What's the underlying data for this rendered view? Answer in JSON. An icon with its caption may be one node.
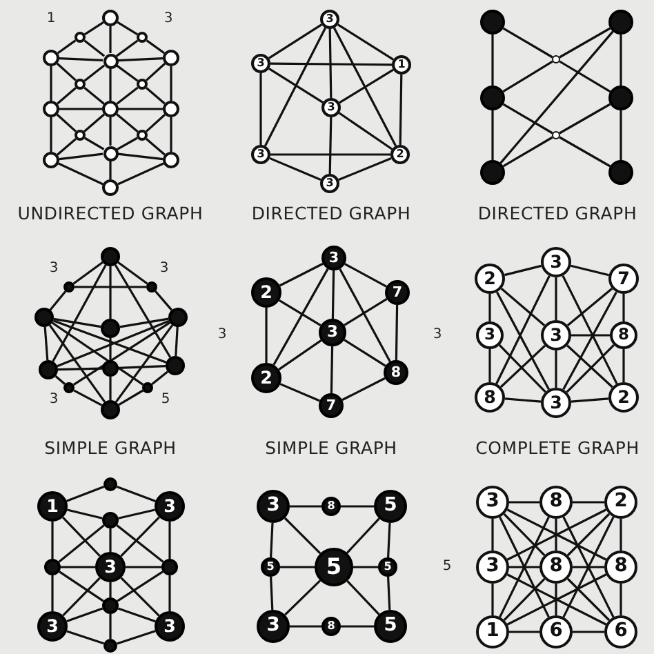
{
  "diagram": {
    "nodes": [
      {
        "text": [],
        "shape": "circle"
      },
      {
        "text": [],
        "shape": "circle"
      },
      {
        "text": [],
        "shape": "circle"
      },
      {
        "text": [],
        "shape": "circle"
      },
      {
        "text": [],
        "shape": "circle"
      },
      {
        "text": [],
        "shape": "circle"
      },
      {
        "text": [],
        "shape": "circle"
      },
      {
        "text": [],
        "shape": "circle"
      },
      {
        "text": [],
        "shape": "circle"
      },
      {
        "text": [],
        "shape": "circle"
      },
      {
        "text": [],
        "shape": "circle"
      },
      {
        "text": [],
        "shape": "circle"
      },
      {
        "text": [],
        "shape": "circle"
      },
      {
        "text": [],
        "shape": "circle"
      },
      {
        "text": [],
        "shape": "circle"
      },
      {
        "text": [],
        "shape": "circle"
      },
      {
        "text": [],
        "shape": "circle"
      },
      {
        "text": [
          "3"
        ]
      },
      {
        "text": [
          "3"
        ]
      },
      {
        "text": [
          "3"
        ]
      },
      {
        "text": [
          "3"
        ]
      },
      {
        "text": [
          "1"
        ]
      },
      {
        "text": [
          "2"
        ]
      },
      {
        "text": [
          "3"
        ]
      },
      {
        "text": [],
        "shape": "circle"
      },
      {
        "text": [],
        "shape": "circle"
      },
      {
        "text": [],
        "shape": "circle"
      },
      {
        "text": [],
        "shape": "circle"
      },
      {
        "text": [],
        "shape": "circle"
      },
      {
        "text": [],
        "shape": "circle"
      },
      {
        "text": [],
        "shape": "circle"
      },
      {
        "text": [],
        "shape": "circle"
      },
      {
        "text": [],
        "shape": "circle"
      },
      {
        "text": [],
        "shape": "circle"
      },
      {
        "text": [],
        "shape": "circle"
      },
      {
        "text": [],
        "shape": "circle"
      },
      {
        "text": [],
        "shape": "circle"
      },
      {
        "text": [],
        "shape": "circle"
      },
      {
        "text": [],
        "shape": "circle"
      },
      {
        "text": [],
        "shape": "circle"
      },
      {
        "text": [],
        "shape": "circle"
      },
      {
        "text": [],
        "shape": "circle"
      },
      {
        "text": [],
        "shape": "circle"
      },
      {
        "text": [],
        "shape": "circle"
      },
      {
        "text": [
          "3"
        ]
      },
      {
        "text": [
          "2"
        ]
      },
      {
        "text": [
          "7"
        ]
      },
      {
        "text": [
          "3"
        ]
      },
      {
        "text": [
          "2"
        ]
      },
      {
        "text": [
          "8"
        ]
      },
      {
        "text": [
          "7"
        ]
      },
      {
        "text": [
          "2"
        ]
      },
      {
        "text": [
          "3"
        ]
      },
      {
        "text": [
          "7"
        ]
      },
      {
        "text": [
          "3"
        ]
      },
      {
        "text": [
          "3"
        ]
      },
      {
        "text": [
          "8"
        ]
      },
      {
        "text": [
          "8"
        ]
      },
      {
        "text": [
          "3"
        ]
      },
      {
        "text": [
          "2"
        ]
      },
      {
        "text": [],
        "shape": "circle"
      },
      {
        "text": [
          "1"
        ]
      },
      {
        "text": [
          "3"
        ]
      },
      {
        "text": [],
        "shape": "circle"
      },
      {
        "text": [],
        "shape": "circle"
      },
      {
        "text": [
          "3"
        ]
      },
      {
        "text": [],
        "shape": "circle"
      },
      {
        "text": [],
        "shape": "circle"
      },
      {
        "text": [
          "3"
        ]
      },
      {
        "text": [
          "3"
        ]
      },
      {
        "text": [],
        "shape": "circle"
      },
      {
        "text": [
          "3"
        ]
      },
      {
        "text": [
          "8"
        ]
      },
      {
        "text": [
          "5"
        ]
      },
      {
        "text": [
          "5"
        ]
      },
      {
        "text": [
          "5"
        ]
      },
      {
        "text": [
          "5"
        ]
      },
      {
        "text": [
          "3"
        ]
      },
      {
        "text": [
          "8"
        ]
      },
      {
        "text": [
          "5"
        ]
      },
      {
        "text": [
          "3"
        ]
      },
      {
        "text": [
          "8"
        ]
      },
      {
        "text": [
          "2"
        ]
      },
      {
        "text": [
          "3"
        ]
      },
      {
        "text": [
          "8"
        ]
      },
      {
        "text": [
          "8"
        ]
      },
      {
        "text": [
          "1"
        ]
      },
      {
        "text": [
          "6"
        ]
      },
      {
        "text": [
          "6"
        ]
      }
    ],
    "edges": [
      {
        "from": 0,
        "to": 1,
        "arrow": "none"
      },
      {
        "from": 0,
        "to": 2,
        "arrow": "none"
      },
      {
        "from": 0,
        "to": 4,
        "arrow": "none"
      },
      {
        "from": 1,
        "to": 3,
        "arrow": "none"
      },
      {
        "from": 2,
        "to": 5,
        "arrow": "none"
      },
      {
        "from": 1,
        "to": 4,
        "arrow": "none"
      },
      {
        "from": 2,
        "to": 4,
        "arrow": "none"
      },
      {
        "from": 3,
        "to": 4,
        "arrow": "none"
      },
      {
        "from": 4,
        "to": 5,
        "arrow": "none"
      },
      {
        "from": 3,
        "to": 8,
        "arrow": "none"
      },
      {
        "from": 8,
        "to": 13,
        "arrow": "none"
      },
      {
        "from": 5,
        "to": 10,
        "arrow": "none"
      },
      {
        "from": 10,
        "to": 15,
        "arrow": "none"
      },
      {
        "from": 3,
        "to": 6,
        "arrow": "none"
      },
      {
        "from": 5,
        "to": 7,
        "arrow": "none"
      },
      {
        "from": 4,
        "to": 6,
        "arrow": "none"
      },
      {
        "from": 4,
        "to": 7,
        "arrow": "none"
      },
      {
        "from": 6,
        "to": 8,
        "arrow": "none"
      },
      {
        "from": 7,
        "to": 10,
        "arrow": "none"
      },
      {
        "from": 6,
        "to": 9,
        "arrow": "none"
      },
      {
        "from": 7,
        "to": 9,
        "arrow": "none"
      },
      {
        "from": 8,
        "to": 9,
        "arrow": "none"
      },
      {
        "from": 9,
        "to": 10,
        "arrow": "none"
      },
      {
        "from": 8,
        "to": 11,
        "arrow": "none"
      },
      {
        "from": 9,
        "to": 11,
        "arrow": "none"
      },
      {
        "from": 9,
        "to": 12,
        "arrow": "none"
      },
      {
        "from": 10,
        "to": 12,
        "arrow": "none"
      },
      {
        "from": 11,
        "to": 13,
        "arrow": "none"
      },
      {
        "from": 12,
        "to": 15,
        "arrow": "none"
      },
      {
        "from": 11,
        "to": 14,
        "arrow": "none"
      },
      {
        "from": 12,
        "to": 14,
        "arrow": "none"
      },
      {
        "from": 13,
        "to": 14,
        "arrow": "none"
      },
      {
        "from": 14,
        "to": 15,
        "arrow": "none"
      },
      {
        "from": 4,
        "to": 9,
        "arrow": "none"
      },
      {
        "from": 9,
        "to": 14,
        "arrow": "none"
      },
      {
        "from": 13,
        "to": 16,
        "arrow": "none"
      },
      {
        "from": 15,
        "to": 16,
        "arrow": "none"
      },
      {
        "from": 14,
        "to": 16,
        "arrow": "none"
      },
      {
        "from": 17,
        "to": 18,
        "arrow": "none"
      },
      {
        "from": 17,
        "to": 20,
        "arrow": "none"
      },
      {
        "from": 17,
        "to": 21,
        "arrow": "none"
      },
      {
        "from": 17,
        "to": 19,
        "arrow": "none"
      },
      {
        "from": 17,
        "to": 22,
        "arrow": "none"
      },
      {
        "from": 18,
        "to": 21,
        "arrow": "none"
      },
      {
        "from": 18,
        "to": 19,
        "arrow": "none"
      },
      {
        "from": 18,
        "to": 20,
        "arrow": "none"
      },
      {
        "from": 19,
        "to": 22,
        "arrow": "none"
      },
      {
        "from": 19,
        "to": 23,
        "arrow": "none"
      },
      {
        "from": 20,
        "to": 21,
        "arrow": "none"
      },
      {
        "from": 20,
        "to": 22,
        "arrow": "none"
      },
      {
        "from": 20,
        "to": 23,
        "arrow": "none"
      },
      {
        "from": 22,
        "to": 23,
        "arrow": "none"
      },
      {
        "from": 21,
        "to": 22,
        "arrow": "none"
      },
      {
        "from": 24,
        "to": 27,
        "arrow": "none"
      },
      {
        "from": 27,
        "to": 30,
        "arrow": "none"
      },
      {
        "from": 25,
        "to": 28,
        "arrow": "none"
      },
      {
        "from": 28,
        "to": 31,
        "arrow": "none"
      },
      {
        "from": 24,
        "to": 26,
        "arrow": "none"
      },
      {
        "from": 26,
        "to": 28,
        "arrow": "none"
      },
      {
        "from": 25,
        "to": 26,
        "arrow": "none"
      },
      {
        "from": 26,
        "to": 27,
        "arrow": "none"
      },
      {
        "from": 27,
        "to": 29,
        "arrow": "none"
      },
      {
        "from": 29,
        "to": 31,
        "arrow": "none"
      },
      {
        "from": 28,
        "to": 29,
        "arrow": "none"
      },
      {
        "from": 29,
        "to": 30,
        "arrow": "none"
      },
      {
        "from": 30,
        "to": 25,
        "arrow": "none"
      },
      {
        "from": 32,
        "to": 33,
        "arrow": "none"
      },
      {
        "from": 32,
        "to": 34,
        "arrow": "none"
      },
      {
        "from": 33,
        "to": 35,
        "arrow": "none"
      },
      {
        "from": 34,
        "to": 37,
        "arrow": "none"
      },
      {
        "from": 35,
        "to": 38,
        "arrow": "none"
      },
      {
        "from": 37,
        "to": 40,
        "arrow": "none"
      },
      {
        "from": 38,
        "to": 41,
        "arrow": "none"
      },
      {
        "from": 41,
        "to": 43,
        "arrow": "none"
      },
      {
        "from": 40,
        "to": 42,
        "arrow": "none"
      },
      {
        "from": 42,
        "to": 43,
        "arrow": "none"
      },
      {
        "from": 32,
        "to": 36,
        "arrow": "none"
      },
      {
        "from": 36,
        "to": 39,
        "arrow": "none"
      },
      {
        "from": 39,
        "to": 43,
        "arrow": "none"
      },
      {
        "from": 35,
        "to": 36,
        "arrow": "none"
      },
      {
        "from": 36,
        "to": 37,
        "arrow": "none"
      },
      {
        "from": 38,
        "to": 39,
        "arrow": "none"
      },
      {
        "from": 39,
        "to": 40,
        "arrow": "none"
      },
      {
        "from": 35,
        "to": 40,
        "arrow": "none"
      },
      {
        "from": 37,
        "to": 38,
        "arrow": "none"
      },
      {
        "from": 33,
        "to": 34,
        "arrow": "none"
      },
      {
        "from": 35,
        "to": 42,
        "arrow": "none"
      },
      {
        "from": 37,
        "to": 41,
        "arrow": "none"
      },
      {
        "from": 32,
        "to": 38,
        "arrow": "none"
      },
      {
        "from": 32,
        "to": 40,
        "arrow": "none"
      },
      {
        "from": 43,
        "to": 35,
        "arrow": "none"
      },
      {
        "from": 43,
        "to": 37,
        "arrow": "none"
      },
      {
        "from": 44,
        "to": 45,
        "arrow": "none"
      },
      {
        "from": 44,
        "to": 47,
        "arrow": "none"
      },
      {
        "from": 44,
        "to": 46,
        "arrow": "none"
      },
      {
        "from": 44,
        "to": 49,
        "arrow": "none"
      },
      {
        "from": 44,
        "to": 48,
        "arrow": "none"
      },
      {
        "from": 45,
        "to": 47,
        "arrow": "none"
      },
      {
        "from": 45,
        "to": 48,
        "arrow": "none"
      },
      {
        "from": 48,
        "to": 47,
        "arrow": "none"
      },
      {
        "from": 48,
        "to": 50,
        "arrow": "none"
      },
      {
        "from": 47,
        "to": 46,
        "arrow": "none"
      },
      {
        "from": 47,
        "to": 50,
        "arrow": "none"
      },
      {
        "from": 46,
        "to": 49,
        "arrow": "none"
      },
      {
        "from": 49,
        "to": 50,
        "arrow": "none"
      },
      {
        "from": 47,
        "to": 49,
        "arrow": "none"
      },
      {
        "from": 51,
        "to": 52,
        "arrow": "none"
      },
      {
        "from": 52,
        "to": 53,
        "arrow": "none"
      },
      {
        "from": 51,
        "to": 54,
        "arrow": "none"
      },
      {
        "from": 54,
        "to": 57,
        "arrow": "none"
      },
      {
        "from": 53,
        "to": 56,
        "arrow": "none"
      },
      {
        "from": 56,
        "to": 59,
        "arrow": "none"
      },
      {
        "from": 57,
        "to": 58,
        "arrow": "none"
      },
      {
        "from": 58,
        "to": 59,
        "arrow": "none"
      },
      {
        "from": 51,
        "to": 55,
        "arrow": "none"
      },
      {
        "from": 53,
        "to": 55,
        "arrow": "none"
      },
      {
        "from": 52,
        "to": 55,
        "arrow": "none"
      },
      {
        "from": 55,
        "to": 58,
        "arrow": "none"
      },
      {
        "from": 55,
        "to": 56,
        "arrow": "none"
      },
      {
        "from": 54,
        "to": 58,
        "arrow": "none"
      },
      {
        "from": 56,
        "to": 58,
        "arrow": "none"
      },
      {
        "from": 57,
        "to": 55,
        "arrow": "none"
      },
      {
        "from": 59,
        "to": 55,
        "arrow": "none"
      },
      {
        "from": 51,
        "to": 58,
        "arrow": "none"
      },
      {
        "from": 53,
        "to": 58,
        "arrow": "none"
      },
      {
        "from": 52,
        "to": 57,
        "arrow": "none"
      },
      {
        "from": 52,
        "to": 59,
        "arrow": "none"
      },
      {
        "from": 60,
        "to": 61,
        "arrow": "none"
      },
      {
        "from": 60,
        "to": 62,
        "arrow": "none"
      },
      {
        "from": 61,
        "to": 63,
        "arrow": "none"
      },
      {
        "from": 62,
        "to": 63,
        "arrow": "none"
      },
      {
        "from": 61,
        "to": 64,
        "arrow": "none"
      },
      {
        "from": 64,
        "to": 68,
        "arrow": "none"
      },
      {
        "from": 62,
        "to": 66,
        "arrow": "none"
      },
      {
        "from": 66,
        "to": 69,
        "arrow": "none"
      },
      {
        "from": 63,
        "to": 65,
        "arrow": "none"
      },
      {
        "from": 65,
        "to": 67,
        "arrow": "none"
      },
      {
        "from": 67,
        "to": 70,
        "arrow": "none"
      },
      {
        "from": 61,
        "to": 65,
        "arrow": "none"
      },
      {
        "from": 62,
        "to": 65,
        "arrow": "none"
      },
      {
        "from": 68,
        "to": 65,
        "arrow": "none"
      },
      {
        "from": 69,
        "to": 65,
        "arrow": "none"
      },
      {
        "from": 64,
        "to": 65,
        "arrow": "none"
      },
      {
        "from": 65,
        "to": 66,
        "arrow": "none"
      },
      {
        "from": 63,
        "to": 64,
        "arrow": "none"
      },
      {
        "from": 63,
        "to": 66,
        "arrow": "none"
      },
      {
        "from": 67,
        "to": 64,
        "arrow": "none"
      },
      {
        "from": 67,
        "to": 66,
        "arrow": "none"
      },
      {
        "from": 68,
        "to": 70,
        "arrow": "none"
      },
      {
        "from": 69,
        "to": 70,
        "arrow": "none"
      },
      {
        "from": 68,
        "to": 67,
        "arrow": "none"
      },
      {
        "from": 69,
        "to": 67,
        "arrow": "none"
      },
      {
        "from": 71,
        "to": 72,
        "arrow": "none"
      },
      {
        "from": 72,
        "to": 73,
        "arrow": "none"
      },
      {
        "from": 71,
        "to": 74,
        "arrow": "none"
      },
      {
        "from": 74,
        "to": 77,
        "arrow": "none"
      },
      {
        "from": 73,
        "to": 76,
        "arrow": "none"
      },
      {
        "from": 76,
        "to": 79,
        "arrow": "none"
      },
      {
        "from": 77,
        "to": 78,
        "arrow": "none"
      },
      {
        "from": 78,
        "to": 79,
        "arrow": "none"
      },
      {
        "from": 71,
        "to": 75,
        "arrow": "none"
      },
      {
        "from": 73,
        "to": 75,
        "arrow": "none"
      },
      {
        "from": 77,
        "to": 75,
        "arrow": "none"
      },
      {
        "from": 79,
        "to": 75,
        "arrow": "none"
      },
      {
        "from": 74,
        "to": 75,
        "arrow": "none"
      },
      {
        "from": 75,
        "to": 76,
        "arrow": "none"
      },
      {
        "from": 80,
        "to": 81,
        "arrow": "none"
      },
      {
        "from": 81,
        "to": 82,
        "arrow": "none"
      },
      {
        "from": 80,
        "to": 83,
        "arrow": "none"
      },
      {
        "from": 83,
        "to": 86,
        "arrow": "none"
      },
      {
        "from": 82,
        "to": 85,
        "arrow": "none"
      },
      {
        "from": 85,
        "to": 88,
        "arrow": "none"
      },
      {
        "from": 86,
        "to": 87,
        "arrow": "none"
      },
      {
        "from": 87,
        "to": 88,
        "arrow": "none"
      },
      {
        "from": 80,
        "to": 84,
        "arrow": "none"
      },
      {
        "from": 84,
        "to": 88,
        "arrow": "none"
      },
      {
        "from": 82,
        "to": 84,
        "arrow": "none"
      },
      {
        "from": 84,
        "to": 86,
        "arrow": "none"
      },
      {
        "from": 81,
        "to": 84,
        "arrow": "none"
      },
      {
        "from": 84,
        "to": 87,
        "arrow": "none"
      },
      {
        "from": 83,
        "to": 84,
        "arrow": "none"
      },
      {
        "from": 84,
        "to": 85,
        "arrow": "none"
      },
      {
        "from": 80,
        "to": 85,
        "arrow": "none"
      },
      {
        "from": 83,
        "to": 82,
        "arrow": "none"
      },
      {
        "from": 83,
        "to": 88,
        "arrow": "none"
      },
      {
        "from": 86,
        "to": 85,
        "arrow": "none"
      },
      {
        "from": 80,
        "to": 87,
        "arrow": "none"
      },
      {
        "from": 81,
        "to": 86,
        "arrow": "none"
      },
      {
        "from": 81,
        "to": 88,
        "arrow": "none"
      },
      {
        "from": 82,
        "to": 87,
        "arrow": "none"
      }
    ],
    "labels": [
      "1",
      "3",
      "UNDIRECTED GRAPH",
      "DIRECTED GRAPH",
      "DIRECTED GRAPH",
      "3",
      "3",
      "3",
      "3",
      "3",
      "5",
      "SIMPLE GRAPH",
      "SIMPLE GRAPH",
      "COMPLETE GRAPH",
      "5"
    ]
  }
}
